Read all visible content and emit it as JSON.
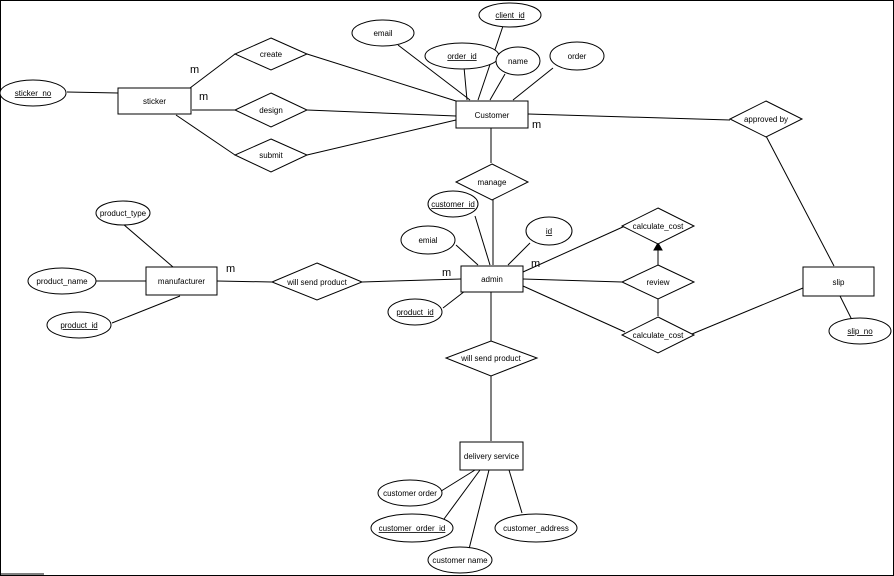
{
  "entities": {
    "customer": "Customer",
    "sticker": "sticker",
    "manufacturer": "manufacturer",
    "admin": "admin",
    "slip": "slip",
    "delivery": "delivery service"
  },
  "relationships": {
    "create": "create",
    "design": "design",
    "submit": "submit",
    "approved_by": "approved by",
    "manage": "manage",
    "will_send_product_mfr": "will send product",
    "will_send_product_admin": "will send product",
    "calculate_cost_top": "calculate_cost",
    "review": "review",
    "calculate_cost_bottom": "calculate_cost"
  },
  "attributes": {
    "client_id": "client_id",
    "email": "email",
    "order_id": "order_id",
    "name": "name",
    "order": "order",
    "sticker_no": "sticker_no",
    "product_type": "product_type",
    "product_name": "product_name",
    "product_id_mfr": "product_id",
    "customer_id": "customer_id",
    "emial": "emial",
    "id": "id",
    "product_id_admin": "product_id",
    "slip_no": "slip_no",
    "customer_order": "customer order",
    "customer_order_id": "customer_order_id",
    "customer_address": "customer_address",
    "customer_name": "customer name"
  },
  "cardinalities": {
    "sticker_create": "m",
    "sticker_design": "m",
    "customer_approved": "m",
    "manufacturer_send": "m",
    "admin_send": "m",
    "admin_calc": "m"
  }
}
